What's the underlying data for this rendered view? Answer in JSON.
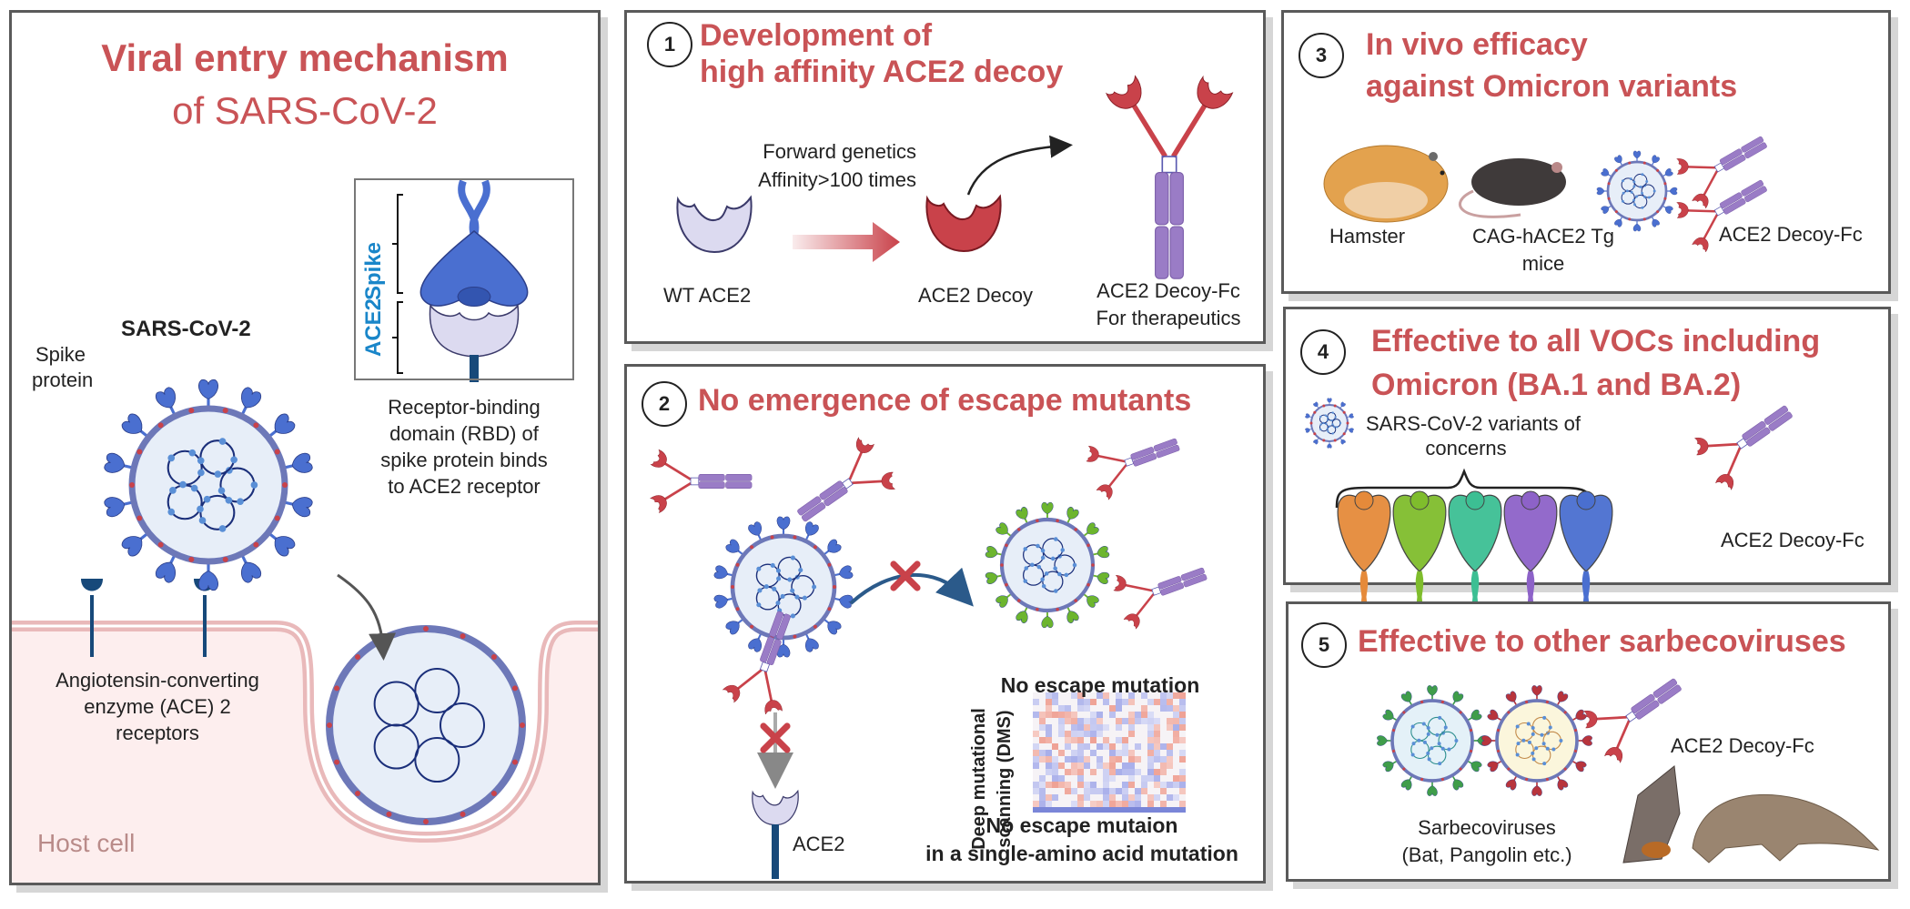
{
  "left_panel": {
    "title_line1": "Viral entry mechanism",
    "title_line2": "of SARS-CoV-2",
    "virus_label": "SARS-CoV-2",
    "spike_label_line1": "Spike",
    "spike_label_line2": "protein",
    "inset": {
      "spike_label": "Spike",
      "ace2_label": "ACE2"
    },
    "rbd_caption": [
      "Receptor-binding",
      "domain (RBD) of",
      "spike protein binds",
      "to ACE2 receptor"
    ],
    "receptor_caption": [
      "Angiotensin-converting",
      "enzyme (ACE) 2",
      "receptors"
    ],
    "host_cell_label": "Host cell"
  },
  "panels": [
    {
      "number": "1",
      "title_lines": [
        "Development of",
        "high affinity ACE2 decoy"
      ],
      "arrow_caption": [
        "Forward genetics",
        "Affinity>100 times"
      ],
      "labels": {
        "wt": "WT ACE2",
        "decoy": "ACE2 Decoy",
        "fc_line1": "ACE2 Decoy-Fc",
        "fc_line2": "For therapeutics"
      }
    },
    {
      "number": "2",
      "title_lines": [
        "No emergence of escape mutants"
      ],
      "labels": {
        "no_escape": "No escape mutation",
        "dms_line1": "Deep mutational",
        "dms_line2": "scanning (DMS)",
        "caption_line1": "No escape mutaion",
        "caption_line2": "in a single-amino acid mutation",
        "ace2": "ACE2"
      }
    },
    {
      "number": "3",
      "title_lines": [
        "In vivo efficacy",
        "against Omicron variants"
      ],
      "labels": {
        "hamster": "Hamster",
        "mice_line1": "CAG-hACE2 Tg",
        "mice_line2": "mice",
        "fc": "ACE2 Decoy-Fc"
      }
    },
    {
      "number": "4",
      "title_lines": [
        "Effective to all VOCs including",
        "Omicron (BA.1 and BA.2)"
      ],
      "labels": {
        "voc_line1": "SARS-CoV-2 variants of",
        "voc_line2": "concerns",
        "fc": "ACE2 Decoy-Fc"
      },
      "variant_colors": [
        "#e58a3a",
        "#7fbd2c",
        "#3cbf93",
        "#8d62c8",
        "#4a6fd0"
      ]
    },
    {
      "number": "5",
      "title_lines": [
        "Effective to other sarbecoviruses"
      ],
      "labels": {
        "sarbeco_line1": "Sarbecoviruses",
        "sarbeco_line2": "(Bat, Pangolin etc.)",
        "fc": "ACE2 Decoy-Fc"
      }
    }
  ],
  "colors": {
    "title_red": "#c95356",
    "spike_blue": "#4a6fd0",
    "ace2_lavender": "#dcdaf0",
    "decoy_red": "#c9424a",
    "fc_purple": "#9a7cc6",
    "host_cell_pink": "#fdeeee",
    "membrane_pink": "#e9b9ba",
    "label_blue": "#1a86c9",
    "cross_red": "#c9424a"
  }
}
